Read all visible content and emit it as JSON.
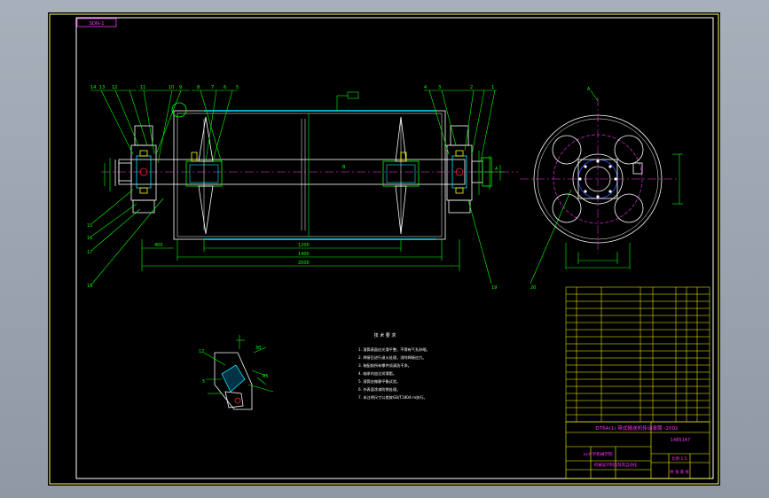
{
  "drawing": {
    "corner_stamp": "SDN-1",
    "title_block": {
      "title": "DT6A(1) 带式输送机传动滚筒 -2002",
      "drawing_number": "1485147",
      "company": "xx大学机械学院",
      "company2": "机械设计制造及其自动化",
      "scale_text": "比例 1:5",
      "weight_text": "共 张 第 张"
    },
    "notes": {
      "heading": "技 术 要 求",
      "lines": [
        "1. 滚筒表面应光滑平整，不得有气孔砂眼。",
        "2. 焊接后进行退火处理，消除焊接应力。",
        "3. 装配前所有零件须清洗干净。",
        "4. 轴承内加注润滑脂。",
        "5. 滚筒应做静平衡试验。",
        "6. 外表面涂漆防锈处理。",
        "7. 未注明尺寸公差按GB/T1804-m执行。"
      ]
    },
    "labels": {
      "dim_width": "1400",
      "dim_total": "2000",
      "dim_inner": "1200",
      "dim_side": "400",
      "view_letter": "A",
      "section_letter": "B"
    },
    "colors": {
      "line_green": "#00ff00",
      "line_white": "#ffffff",
      "line_cyan": "#00e5ff",
      "line_yellow": "#ffff00",
      "line_magenta": "#ff33ff",
      "line_blue": "#3355ff",
      "line_red": "#ff2222"
    }
  }
}
